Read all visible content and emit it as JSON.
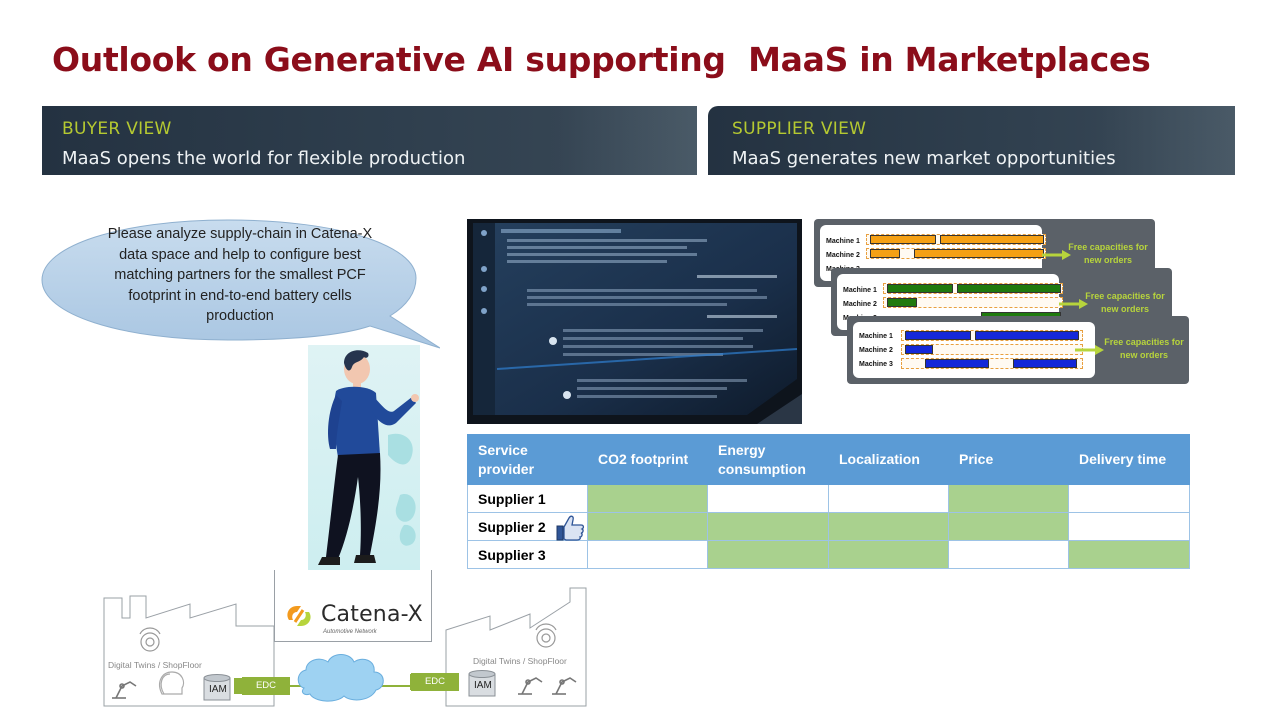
{
  "title": "Outlook on Generative AI supporting  MaaS in Marketplaces",
  "buyer_view": {
    "heading": "BUYER VIEW",
    "subtitle": "MaaS opens the world for flexible production"
  },
  "supplier_view": {
    "heading": "SUPPLIER VIEW",
    "subtitle": "MaaS generates new market opportunities"
  },
  "prompt_bubble": "Please analyze supply-chain in Catena-X data space and help to configure best matching partners for the smallest PCF footprint in end-to-end battery cells production",
  "capacity_charts": {
    "machines": [
      "Machine 1",
      "Machine 2",
      "Machine 3"
    ],
    "free_label_line1": "Free capacities for",
    "free_label_line2": "new orders",
    "colors": [
      "#f5a014",
      "#1f7a0e",
      "#1428d8"
    ]
  },
  "table": {
    "headers": [
      "Service provider",
      "CO2 footprint",
      "Energy consumption",
      "Localization",
      "Price",
      "Delivery time"
    ],
    "rows": [
      {
        "name": "Supplier 1",
        "matches": [
          true,
          false,
          false,
          true,
          false
        ]
      },
      {
        "name": "Supplier 2",
        "matches": [
          true,
          true,
          true,
          true,
          false
        ],
        "icon": "thumbs-up-icon"
      },
      {
        "name": "Supplier 3",
        "matches": [
          false,
          true,
          true,
          false,
          true
        ]
      }
    ],
    "match_color": "#a9d18e",
    "header_color": "#5b9bd5"
  },
  "diagram": {
    "brand": "Catena-X",
    "brand_sub": "Automotive Network",
    "left_factory_label": "Digital Twins / ShopFloor",
    "right_factory_label": "Digital Twins / ShopFloor",
    "edc_left": "EDC",
    "edc_right": "EDC",
    "iam_left": "IAM",
    "iam_right": "IAM"
  }
}
